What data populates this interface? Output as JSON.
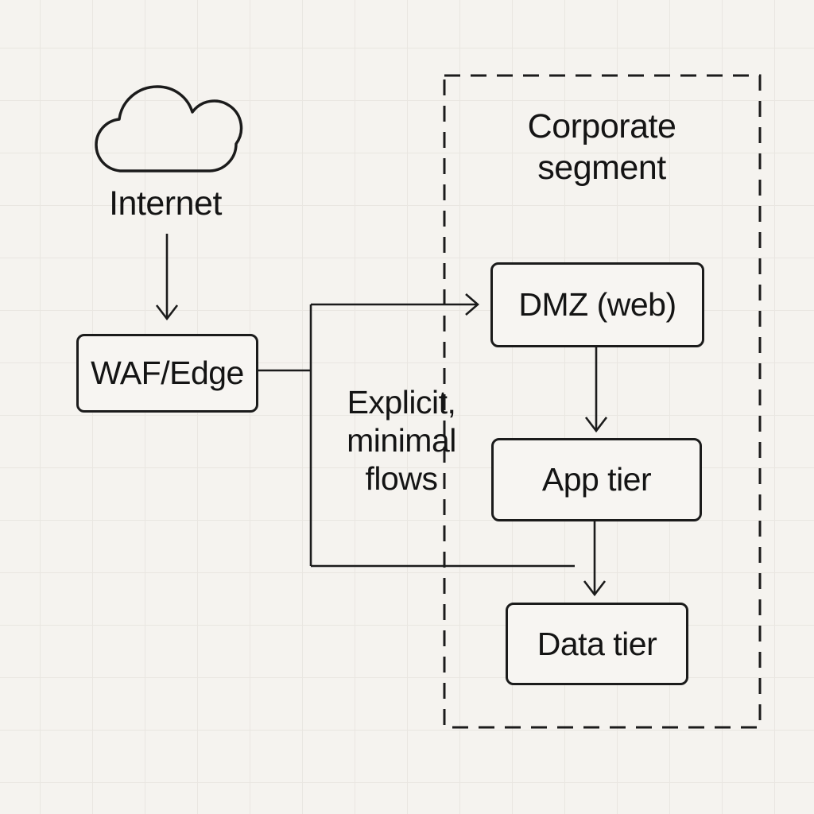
{
  "diagram": {
    "type": "network-segmentation-diagram",
    "colors": {
      "background": "#f5f3ef",
      "grid_line": "#e9e6e1",
      "ink": "#1b1b1b",
      "node_fill": "#f7f5f2"
    },
    "nodes": {
      "internet": {
        "label": "Internet",
        "icon": "cloud-icon"
      },
      "waf_edge": {
        "label": "WAF/Edge"
      },
      "dmz": {
        "label": "DMZ (web)"
      },
      "app_tier": {
        "label": "App tier"
      },
      "data_tier": {
        "label": "Data tier"
      }
    },
    "zone": {
      "label": "Corporate\nsegment",
      "border_style": "dashed"
    },
    "annotation": {
      "label": "Explicit,\nminimal\nflows"
    },
    "edges": [
      {
        "from": "internet",
        "to": "waf_edge",
        "style": "arrow"
      },
      {
        "from": "waf_edge",
        "to": "dmz",
        "style": "arrow"
      },
      {
        "from": "waf_edge",
        "to": "data_tier_area",
        "style": "line"
      },
      {
        "from": "dmz",
        "to": "app_tier",
        "style": "arrow"
      },
      {
        "from": "app_tier",
        "to": "data_tier",
        "style": "arrow"
      }
    ]
  }
}
